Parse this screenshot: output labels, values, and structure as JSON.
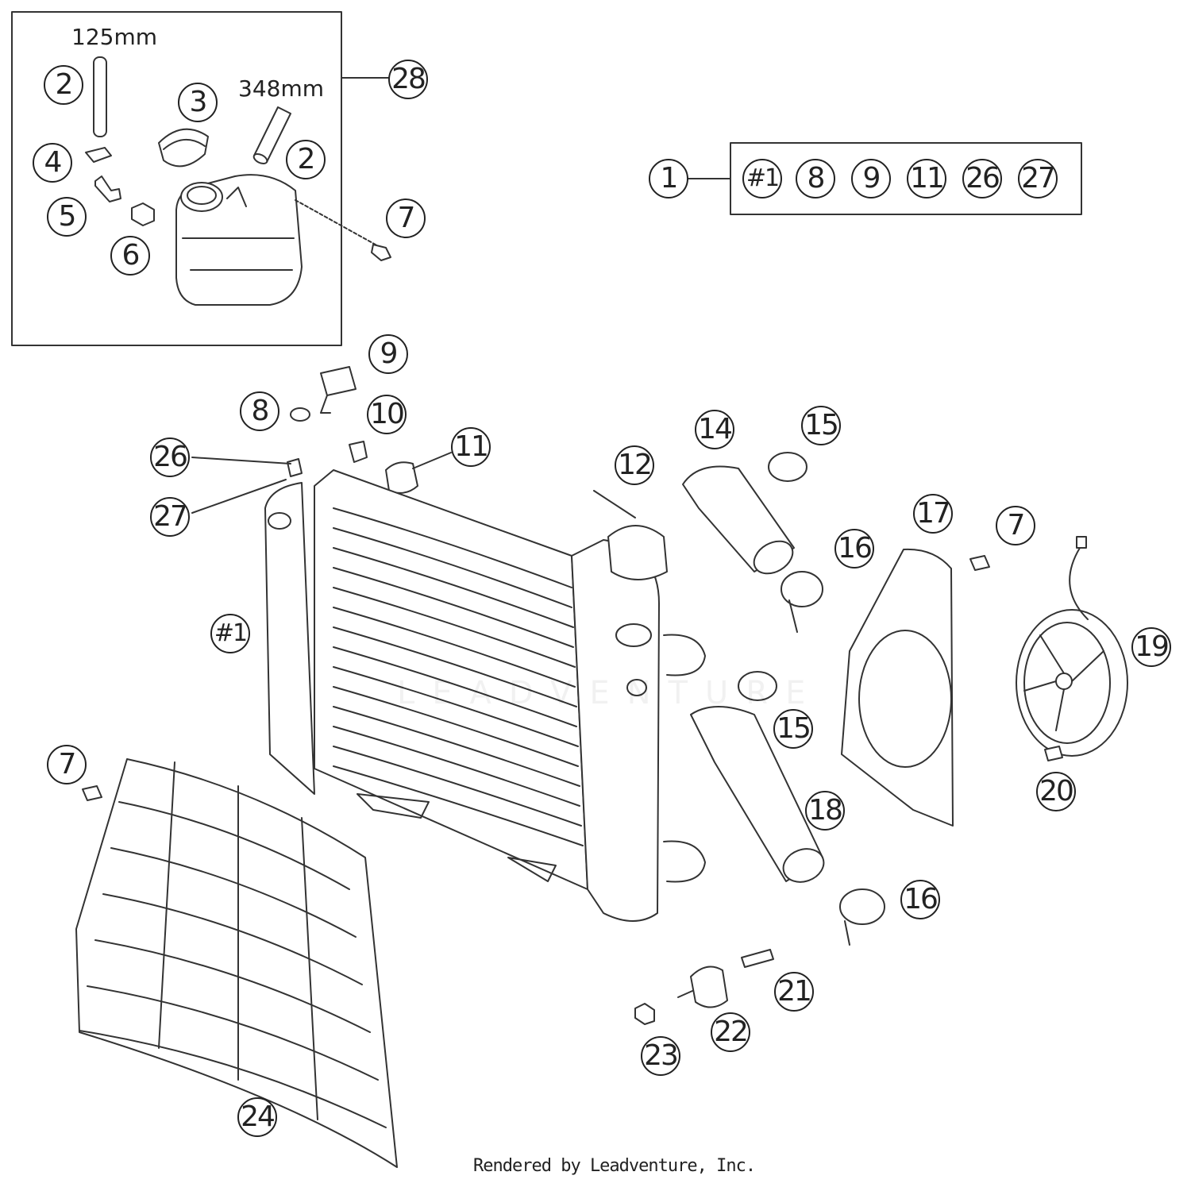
{
  "labels": {
    "c1": "1",
    "c2a": "2",
    "c2b": "2",
    "c3": "3",
    "c4": "4",
    "c5": "5",
    "c6": "6",
    "c7a": "7",
    "c7b": "7",
    "c7c": "7",
    "c8": "8",
    "c9": "9",
    "c10": "10",
    "c11": "11",
    "c12": "12",
    "c14": "14",
    "c15a": "15",
    "c15b": "15",
    "c16a": "16",
    "c16b": "16",
    "c17": "17",
    "c18": "18",
    "c19": "19",
    "c20": "20",
    "c21": "21",
    "c22": "22",
    "c23": "23",
    "c24": "24",
    "c26": "26",
    "c27": "27",
    "c28": "28",
    "h1": "#1",
    "k1": "#1",
    "k8": "8",
    "k9": "9",
    "k11": "11",
    "k26": "26",
    "k27": "27"
  },
  "dimensions": {
    "hose_short": "125mm",
    "hose_long": "348mm"
  },
  "watermark": "LEADVENTURE",
  "credit": "Rendered by Leadventure, Inc."
}
